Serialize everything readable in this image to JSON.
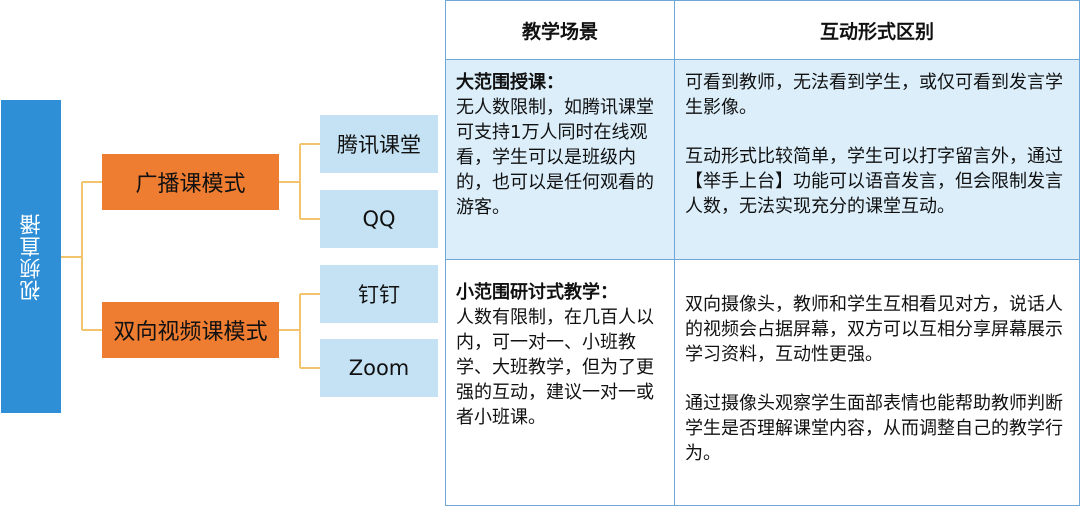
{
  "tree": {
    "root": "视频直播",
    "modes": [
      {
        "label": "广播课模式",
        "platforms": [
          "腾讯课堂",
          "QQ"
        ]
      },
      {
        "label": "双向视频课模式",
        "platforms": [
          "钉钉",
          "Zoom"
        ]
      }
    ]
  },
  "table": {
    "headers": [
      "教学场景",
      "互动形式区别"
    ],
    "rows": [
      {
        "scene_title": "大范围授课：",
        "scene_text": "无人数限制，如腾讯课堂可支持1万人同时在线观看，学生可以是班级内的，也可以是任何观看的游客。",
        "interaction": [
          "可看到教师，无法看到学生，或仅可看到发言学生影像。",
          "互动形式比较简单，学生可以打字留言外，通过【举手上台】功能可以语音发言，但会限制发言人数，无法实现充分的课堂互动。"
        ]
      },
      {
        "scene_title": "小范围研讨式教学：",
        "scene_text": "人数有限制，在几百人以内，可一对一、小班教学、大班教学，但为了更强的互动，建议一对一或者小班课。",
        "interaction": [
          "双向摄像头，教师和学生互相看见对方，说话人的视频会占据屏幕，双方可以互相分享屏幕展示学习资料，互动性更强。",
          "通过摄像头观察学生面部表情也能帮助教师判断学生是否理解课堂内容，从而调整自己的教学行为。"
        ]
      }
    ]
  },
  "colors": {
    "root": "#2e8fd7",
    "mode": "#ee7d32",
    "platform": "#c5e2f4",
    "connector": "#f2c46d",
    "grid": "#6fa8d6",
    "highlight_row": "#dbeefa"
  }
}
